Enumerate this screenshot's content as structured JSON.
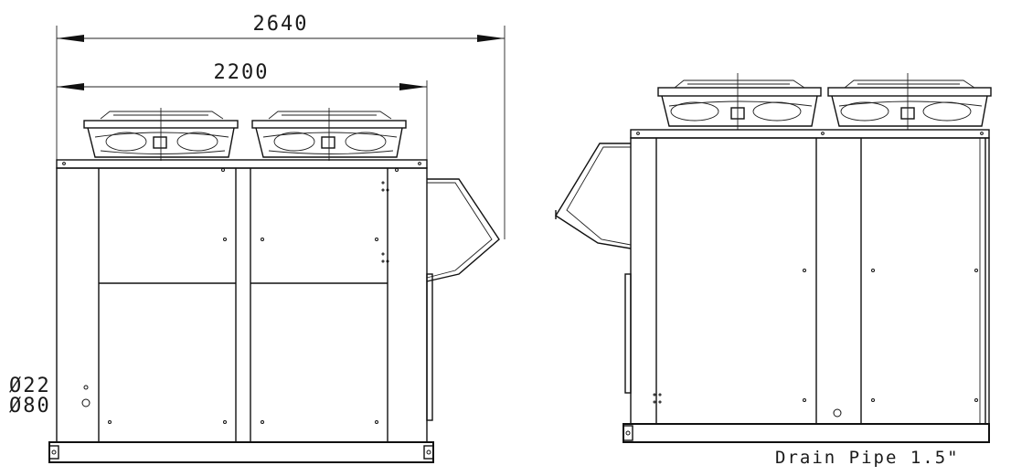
{
  "dimensions": {
    "overall_width": "2640",
    "unit_width": "2200"
  },
  "pipe_labels": {
    "pipe_small": "Ø22",
    "pipe_large": "Ø80"
  },
  "notes": {
    "drain_pipe": "Drain Pipe 1.5\""
  }
}
